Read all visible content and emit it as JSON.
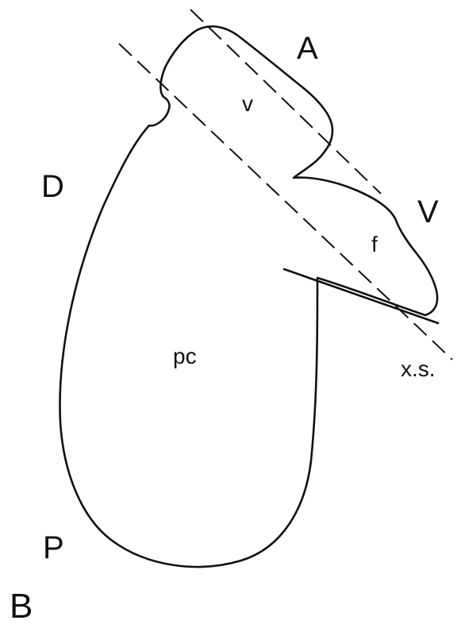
{
  "diagram": {
    "panel_label": "B",
    "orientation_labels": {
      "anterior": "A",
      "dorsal": "D",
      "ventral": "V",
      "posterior": "P"
    },
    "region_labels": {
      "v": "v",
      "f": "f",
      "pc": "pc"
    },
    "section_label": "x.s."
  }
}
